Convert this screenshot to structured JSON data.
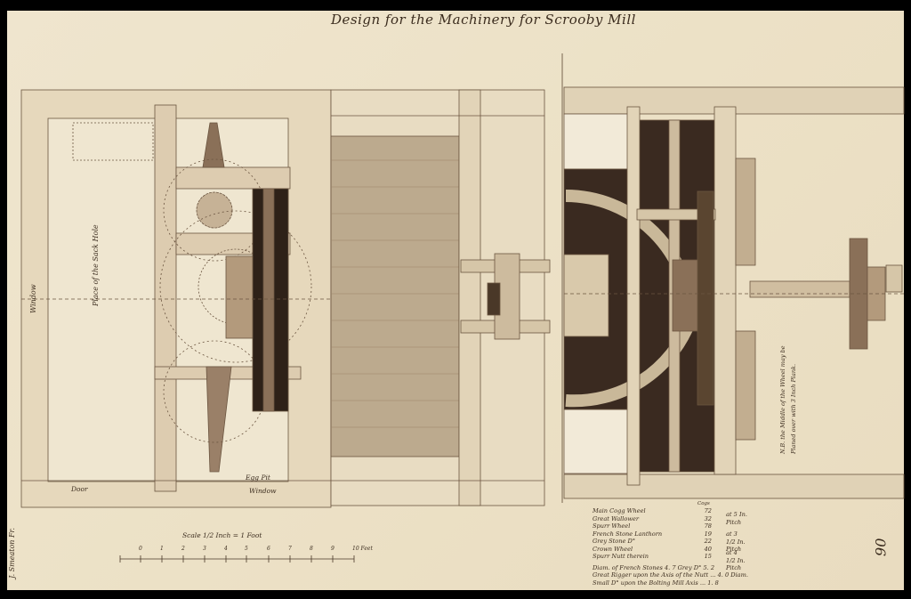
{
  "title": "Design for the Machinery for Scrooby Mill",
  "signature": "J. Smeaton Fr.",
  "page_number": "90",
  "scale": {
    "label": "Scale 1/2 Inch = 1 Foot",
    "ticks": [
      "0",
      "1",
      "2",
      "3",
      "4",
      "5",
      "6",
      "7",
      "8",
      "9",
      "10 Feet"
    ]
  },
  "labels": {
    "sack_hole": "Place of the Sack Hole",
    "window_left": "Window",
    "door": "Door",
    "egg_pit": "Egg Pit",
    "window_bottom": "Window",
    "note": "N.B. the Middle of the Wheel may be Planed over with 3 Inch Plank."
  },
  "table": {
    "header": "Cogs",
    "rows": [
      {
        "name": "Main Cogg Wheel",
        "cogs": "72"
      },
      {
        "name": "Great Wallower",
        "cogs": "32"
      },
      {
        "name": "Spurr Wheel",
        "cogs": "78"
      },
      {
        "name": "French Stone Lanthorn",
        "cogs": "19"
      },
      {
        "name": "Grey Stone D°",
        "cogs": "22"
      },
      {
        "name": "Crown Wheel",
        "cogs": "40"
      },
      {
        "name": "Spurr Nutt therein",
        "cogs": "15"
      }
    ],
    "pitches": [
      "at 5 In. Pitch",
      "at 3 1/2 In. Pitch",
      "at 4 1/2 In. Pitch"
    ],
    "extra": [
      "Diam. of French Stones 4. 7  Grey D° 5. 2",
      "Great Rigger upon the Axis of the Nutt ... 4. 0 Diam.",
      "Small D° upon the Bolting Mill Axis ... 1. 8"
    ]
  },
  "colors": {
    "paper": "#ece1c6",
    "ink": "#3b2c1e",
    "wash": "#d8c8ad",
    "dark": "#3a2a20"
  }
}
